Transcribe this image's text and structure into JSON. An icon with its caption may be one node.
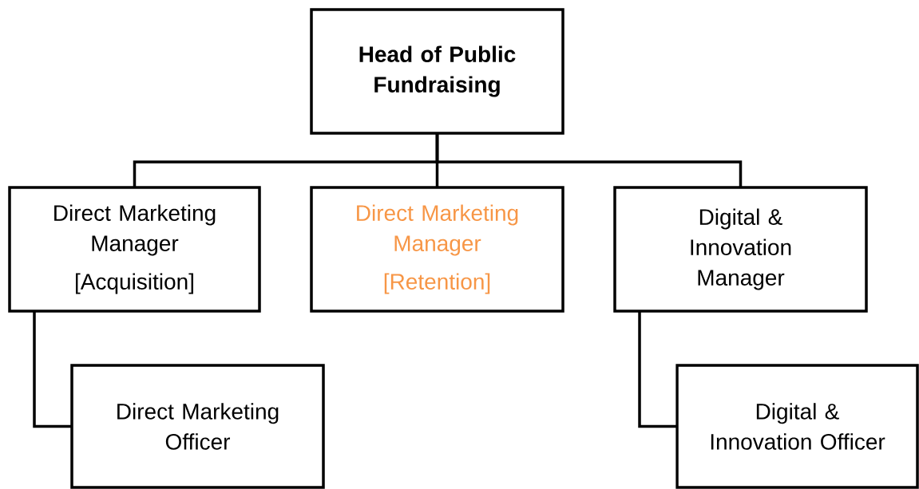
{
  "diagram": {
    "nodes": [
      {
        "text": [
          "Head of Public Fundraising"
        ]
      },
      {
        "text": [
          "Direct Marketing Manager",
          "[Acquisition]"
        ]
      },
      {
        "text": [
          "Direct Marketing Manager",
          "[Retention]"
        ]
      },
      {
        "text": [
          "Digital & Innovation Manager"
        ]
      },
      {
        "text": [
          "Direct Marketing Officer"
        ]
      },
      {
        "text": [
          "Digital & Innovation Officer"
        ]
      }
    ],
    "edges": [
      {
        "from": 0,
        "to": 1,
        "arrow": "none"
      },
      {
        "from": 0,
        "to": 2,
        "arrow": "none"
      },
      {
        "from": 0,
        "to": 3,
        "arrow": "none"
      },
      {
        "from": 1,
        "to": 4,
        "arrow": "none"
      },
      {
        "from": 3,
        "to": 5,
        "arrow": "none"
      }
    ]
  }
}
